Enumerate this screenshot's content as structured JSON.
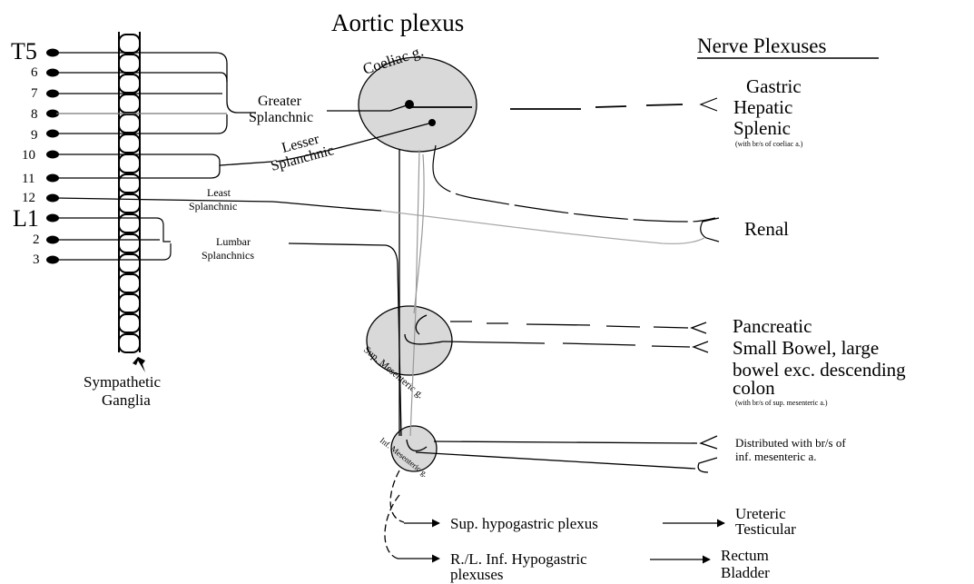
{
  "title": "Aortic plexus",
  "nerve_plexuses_heading": "Nerve Plexuses",
  "spinal_levels": [
    "T5",
    "6",
    "7",
    "8",
    "9",
    "10",
    "11",
    "12",
    "L1",
    "2",
    "3"
  ],
  "sympathetic_ganglia_label": [
    "Sympathetic",
    "Ganglia"
  ],
  "splanchnic_nerves": {
    "greater": [
      "Greater",
      "Splanchnic"
    ],
    "lesser": [
      "Lesser",
      "Splanchnic"
    ],
    "least": [
      "Least",
      "Splanchnic"
    ],
    "lumbar": [
      "Lumbar",
      "Splanchnics"
    ]
  },
  "ganglia": {
    "coeliac": "Coeliac g.",
    "sup_mesenteric": "Sup. Mesenteric g.",
    "inf_mesenteric": "Inf. Mesenteric g."
  },
  "targets": {
    "gastric": "Gastric",
    "hepatic": "Hepatic",
    "splenic": "Splenic",
    "coeliac_note": "(with br/s of coeliac a.)",
    "renal": "Renal",
    "pancreatic": "Pancreatic",
    "small_bowel": [
      "Small Bowel, large",
      "bowel exc. descending",
      "colon"
    ],
    "sup_mes_note": "(with br/s of sup. mesenteric a.)",
    "inf_mes": [
      "Distributed with br/s of",
      "inf. mesenteric a."
    ]
  },
  "pelvic": {
    "sup_hypogastric": "Sup. hypogastric plexus",
    "sup_targets": [
      "Ureteric",
      "Testicular"
    ],
    "inf_hypogastric": [
      "R./L. Inf. Hypogastric",
      "plexuses"
    ],
    "inf_targets": [
      "Rectum",
      "Bladder"
    ]
  }
}
